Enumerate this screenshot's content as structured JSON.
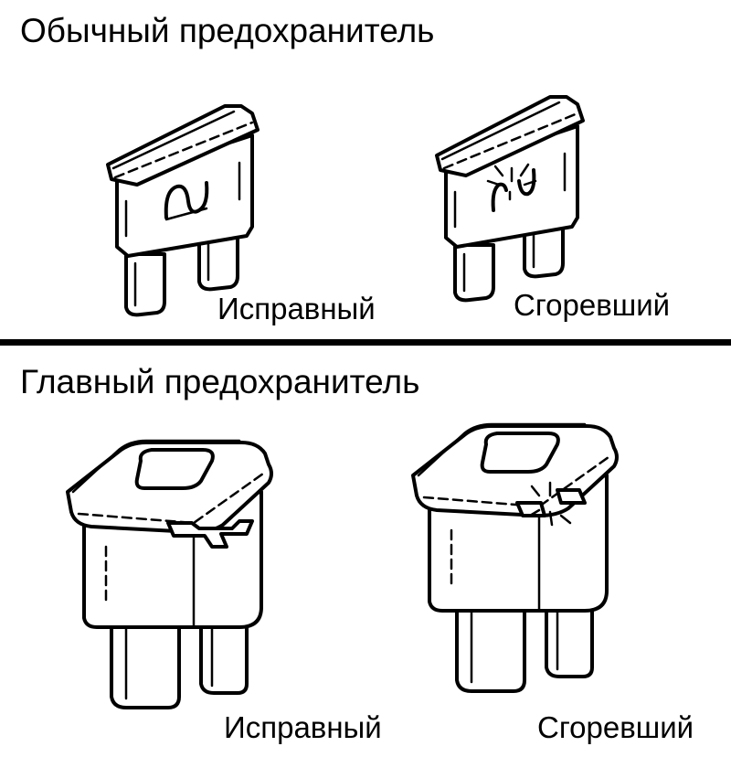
{
  "sections": {
    "regular": {
      "title": "Обычный предохранитель",
      "good_label": "Исправный",
      "blown_label": "Сгоревший"
    },
    "main": {
      "title": "Главный предохранитель",
      "good_label": "Исправный",
      "blown_label": "Сгоревший"
    }
  },
  "colors": {
    "line": "#000000",
    "background": "#ffffff"
  },
  "icons": {
    "regular_good": "blade-fuse-intact",
    "regular_blown": "blade-fuse-blown",
    "main_good": "cartridge-fuse-intact",
    "main_blown": "cartridge-fuse-blown"
  }
}
